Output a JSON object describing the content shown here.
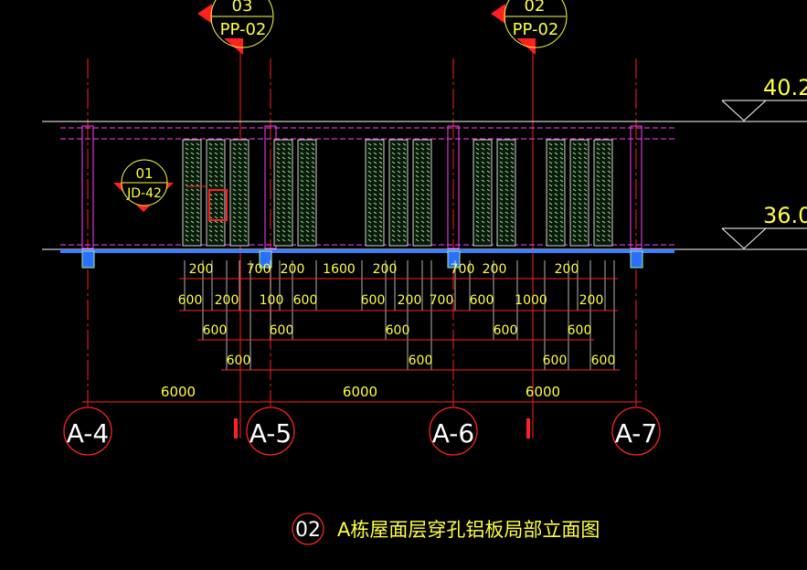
{
  "drawing": {
    "title_number": "02",
    "title": "A栋屋面层穿孔铝板局部立面图",
    "levels": [
      {
        "label": "40.2"
      },
      {
        "label": "36.0"
      }
    ],
    "section_callouts": [
      {
        "top": "03",
        "bottom": "PP-02"
      },
      {
        "top": "02",
        "bottom": "PP-02"
      }
    ],
    "detail_callout": {
      "top": "01",
      "bottom": "JD-42"
    },
    "grid_axes": [
      "A-4",
      "A-5",
      "A-6",
      "A-7"
    ],
    "bay_dimensions": [
      "6000",
      "6000",
      "6000"
    ],
    "dim_row1": [
      "200",
      "700",
      "200",
      "1600",
      "200",
      "700",
      "200",
      "200"
    ],
    "dim_row2": [
      "600",
      "200",
      "100",
      "600",
      "600",
      "200",
      "700",
      "600",
      "1000",
      "200"
    ],
    "dim_row3": [
      "600",
      "600",
      "600",
      "600",
      "600"
    ],
    "dim_row4": [
      "600",
      "600",
      "600",
      "600"
    ]
  },
  "colors": {
    "background": "#000000",
    "grid_red": "#ff2020",
    "text_yellow": "#ffff40",
    "beam_magenta": "#ff40ff",
    "white": "#ffffff",
    "panel_green": "#9ff09f",
    "base_blue": "#3a7fff"
  }
}
